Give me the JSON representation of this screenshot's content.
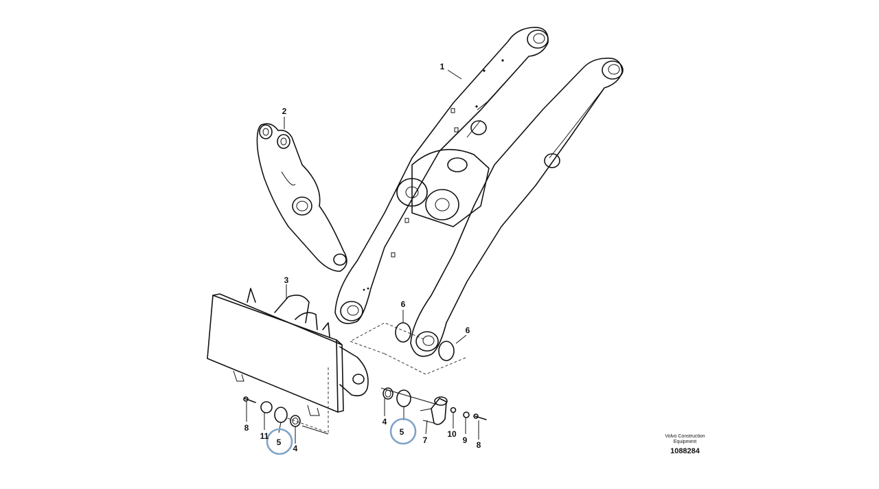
{
  "callouts": [
    {
      "id": "c1",
      "text": "1"
    },
    {
      "id": "c2",
      "text": "2"
    },
    {
      "id": "c3",
      "text": "3"
    },
    {
      "id": "c4a",
      "text": "4"
    },
    {
      "id": "c4b",
      "text": "4"
    },
    {
      "id": "c5a",
      "text": "5"
    },
    {
      "id": "c5b",
      "text": "5"
    },
    {
      "id": "c6a",
      "text": "6"
    },
    {
      "id": "c6b",
      "text": "6"
    },
    {
      "id": "c7",
      "text": "7"
    },
    {
      "id": "c8a",
      "text": "8"
    },
    {
      "id": "c8b",
      "text": "8"
    },
    {
      "id": "c9",
      "text": "9"
    },
    {
      "id": "c10",
      "text": "10"
    },
    {
      "id": "c11",
      "text": "11"
    }
  ],
  "highlight_color": "#7fa3c8",
  "footer": {
    "maker_line1": "Volvo Construction",
    "maker_line2": "Equipment",
    "drawing_number": "1088284"
  }
}
